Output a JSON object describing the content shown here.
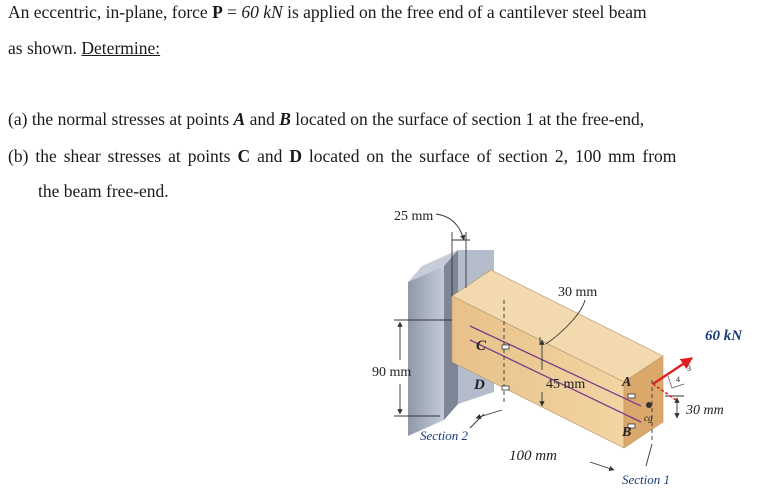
{
  "problem": {
    "line1": {
      "pre": "An eccentric, in-plane, force ",
      "P": "P",
      "eq": " = ",
      "val": "60 kN",
      "post": " is applied on the free end of a cantilever steel beam"
    },
    "line2": {
      "pre": "as shown. ",
      "determine": "Determine:"
    },
    "a": {
      "label": "(a)",
      "t1": "the normal stresses at points ",
      "A": "A",
      "and": " and ",
      "B": "B",
      "t2": " located on the surface of section 1 at the free-end,"
    },
    "b": {
      "label": "(b)",
      "t1": "the shear stresses at points ",
      "C": "C",
      "and": " and ",
      "D": "D",
      "t2": " located on the surface of section 2, 100 mm from",
      "t3": "the beam free-end."
    }
  },
  "figure": {
    "dim_25": "25 mm",
    "dim_30": "30 mm",
    "dim_90": "90 mm",
    "dim_45": "45 mm",
    "dim_100": "100 mm",
    "dim_30_right": "30 mm",
    "load": "60 kN",
    "slope_3": "3",
    "slope_4": "4",
    "cg": "cg",
    "pt_A": "A",
    "pt_B": "B",
    "pt_C": "C",
    "pt_D": "D",
    "section1": "Section 1",
    "section2": "Section 2",
    "colors": {
      "beam_front": "#ebc48c",
      "beam_top": "#f3d9ae",
      "beam_end": "#d9a86a",
      "wall": "#a9b2c3",
      "load_arrow": "#e02020"
    }
  }
}
